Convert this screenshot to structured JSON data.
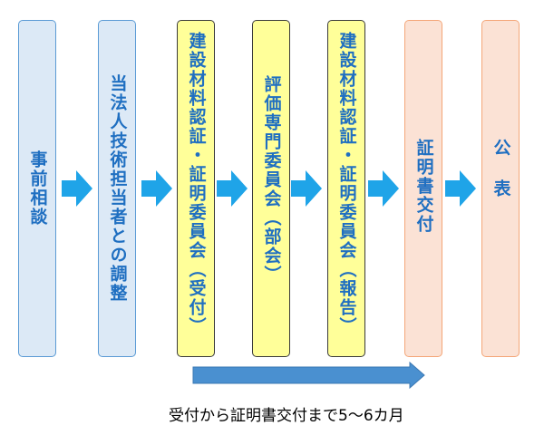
{
  "steps": [
    {
      "id": "consultation",
      "label": "事前相談",
      "color": "blue"
    },
    {
      "id": "coordination",
      "label": "当法人技術担当者との調整",
      "color": "blue"
    },
    {
      "id": "committee-reception",
      "label": "建設材料認証・証明委員会（受付）",
      "color": "yellow"
    },
    {
      "id": "evaluation-subcommittee",
      "label": "評価専門委員会（部会）",
      "color": "yellow"
    },
    {
      "id": "committee-report",
      "label": "建設材料認証・証明委員会（報告）",
      "color": "yellow"
    },
    {
      "id": "certificate-issuance",
      "label": "証明書交付",
      "color": "orange"
    },
    {
      "id": "publication",
      "label": "公 表",
      "color": "orange"
    }
  ],
  "timeline": {
    "caption": "受付から証明書交付まで5～6カ月"
  },
  "colors": {
    "arrow": "#1fa4e8",
    "timeline_arrow": "#4a90d0",
    "label_text": "#1f6fc1",
    "blue_fill": "#dce9f6",
    "yellow_fill": "#ffff99",
    "orange_fill": "#fbe2d5"
  }
}
